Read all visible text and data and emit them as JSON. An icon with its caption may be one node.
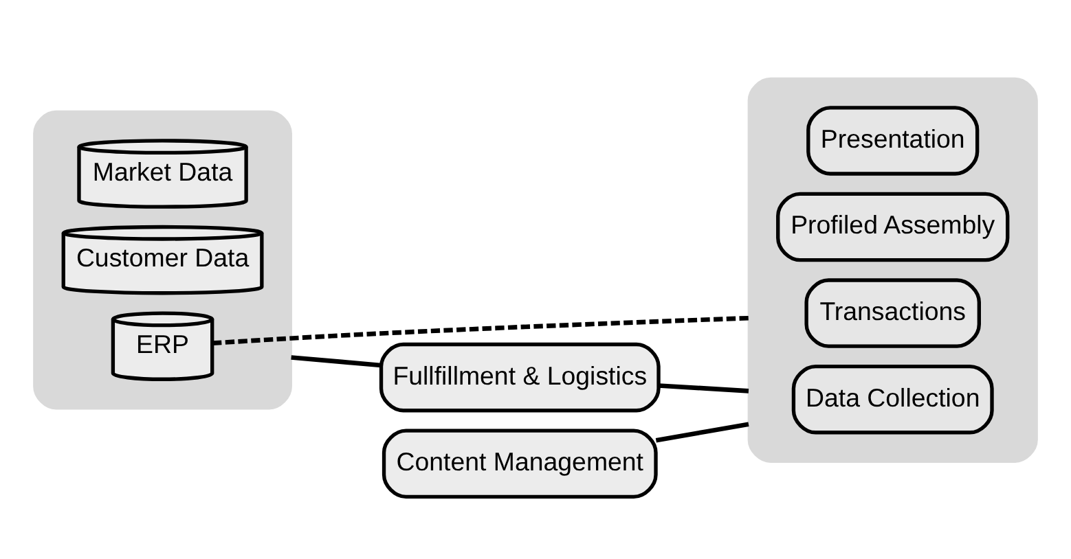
{
  "diagram": {
    "nodes": [
      {
        "text": [],
        "shape": "ellipse"
      },
      {
        "text": [
          "Market Data"
        ],
        "in": 0
      },
      {
        "text": [
          "Customer Data"
        ],
        "in": 0
      },
      {
        "text": [
          "ERP"
        ],
        "in": 0
      },
      {
        "text": [],
        "shape": "ellipse"
      },
      {
        "text": [
          "Presentation"
        ],
        "in": 4
      },
      {
        "text": [
          "Profiled Assembly"
        ],
        "in": 4
      },
      {
        "text": [
          "Data Collection"
        ],
        "in": 4
      },
      {
        "text": [
          "Transactions"
        ],
        "in": 4
      },
      {
        "text": [
          "Content Management"
        ]
      },
      {
        "text": [
          "Fullfillment & Logistics"
        ]
      }
    ],
    "edges": [
      {
        "from": 9,
        "to": 4,
        "arrow": "none"
      },
      {
        "from": 3,
        "to": 4,
        "arrow": "none",
        "style": "dashed"
      },
      {
        "from": 0,
        "to": 10,
        "arrow": "none"
      },
      {
        "from": 10,
        "to": 4,
        "arrow": "none"
      }
    ]
  }
}
